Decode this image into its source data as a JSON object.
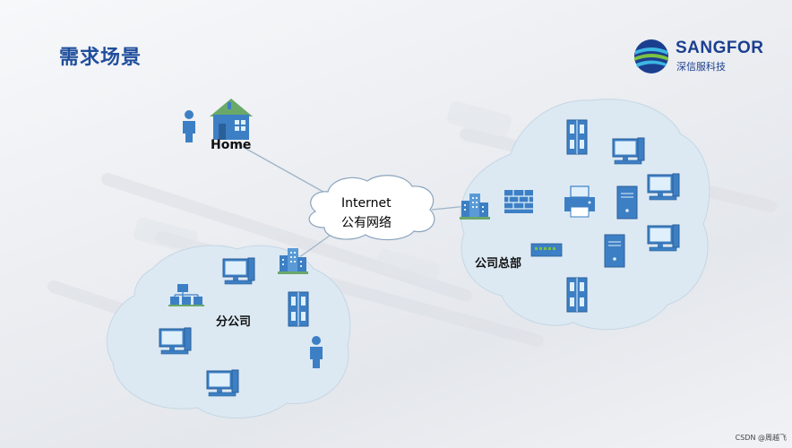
{
  "title": "需求场景",
  "logo": {
    "name": "SANGFOR",
    "subtitle": "深信服科技"
  },
  "labels": {
    "home": "Home",
    "internet_line1": "Internet",
    "internet_line2": "公有网络",
    "branch": "分公司",
    "headquarters": "公司总部"
  },
  "watermark": "CSDN @周越飞",
  "colors": {
    "title": "#1f4e9c",
    "cloud_fill": "#dce9f3",
    "icon_blue": "#3d7fc4",
    "line": "#9fb4c8"
  }
}
